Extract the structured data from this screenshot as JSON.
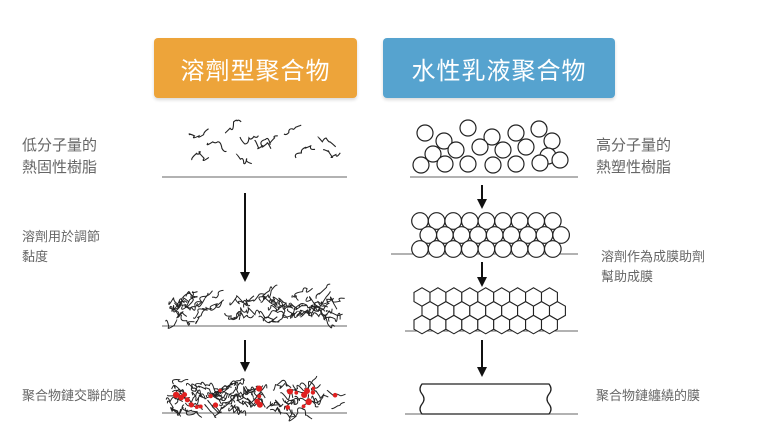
{
  "headers": {
    "left": "溶劑型聚合物",
    "right": "水性乳液聚合物"
  },
  "left_labels": {
    "top": [
      "低分子量的",
      "熱固性樹脂"
    ],
    "middle": [
      "溶劑用於調節",
      "黏度"
    ],
    "bottom": [
      "聚合物鏈交聯的膜"
    ]
  },
  "right_labels": {
    "top": [
      "高分子量的",
      "熱塑性樹脂"
    ],
    "middle": [
      "溶劑作為成膜助劑",
      "幫助成膜"
    ],
    "bottom": [
      "聚合物鏈纏繞的膜"
    ]
  },
  "colors": {
    "left_header": "#eda43a",
    "right_header": "#56a3cf",
    "label_text": "#666666",
    "crosslink": "#e02020"
  }
}
